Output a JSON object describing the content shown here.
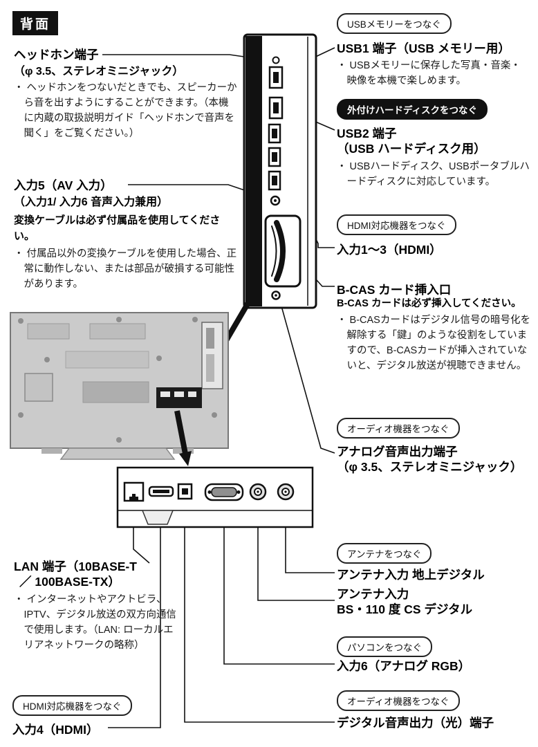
{
  "badge": "背面",
  "colors": {
    "ink": "#111111",
    "tv_grey": "#cbcbcb"
  },
  "connect_boxes": {
    "usb_memory": "USBメモリーをつなぐ",
    "ext_hdd": "外付けハードディスクをつなぐ",
    "hdmi": "HDMI対応機器をつなぐ",
    "audio": "オーディオ機器をつなぐ",
    "antenna": "アンテナをつなぐ",
    "pc": "パソコンをつなぐ"
  },
  "left": {
    "headphone_title": "ヘッドホン端子",
    "headphone_sub": "（φ 3.5、ステレオミニジャック）",
    "headphone_note": "・ ヘッドホンをつないだときでも、スピーカーから音を出すようにすることができます。（本機に内蔵の取扱説明ガイド「ヘッドホンで音声を聞く」をご覧ください。）",
    "input5_title": "入力5（AV 入力）",
    "input5_sub": "（入力1/ 入力6 音声入力兼用）",
    "input5_warn": "変換ケーブルは必ず付属品を使用してください。",
    "input5_note": "・ 付属品以外の変換ケーブルを使用した場合、正常に動作しない、または部品が破損する可能性があります。"
  },
  "right": {
    "usb1_title": "USB1 端子（USB メモリー用）",
    "usb1_note": "・ USBメモリーに保存した写真・音楽・映像を本機で楽しめます。",
    "usb2_title_line1": "USB2 端子",
    "usb2_title_line2": "（USB ハードディスク用）",
    "usb2_note": "・ USBハードディスク、USBポータブルハードディスクに対応しています。",
    "hdmi_title": "入力1～3（HDMI）",
    "bcas_title": "B-CAS カード挿入口",
    "bcas_warn": "B-CAS カードは必ず挿入してください。",
    "bcas_note": "・ B-CASカードはデジタル信号の暗号化を解除する「鍵」のような役割をしていますので、B-CASカードが挿入されていないと、デジタル放送が視聴できません。",
    "analog_title_line1": "アナログ音声出力端子",
    "analog_title_line2": "（φ 3.5、ステレオミニジャック）"
  },
  "bottom": {
    "lan_title_line1": "LAN 端子（10BASE-T",
    "lan_title_line2": "／ 100BASE-TX）",
    "lan_note": "・ インターネットやアクトビラ、IPTV、デジタル放送の双方向通信で使用します。（LAN: ローカルエリアネットワークの略称）",
    "input4_title": "入力4（HDMI）",
    "antenna_terrestrial": "アンテナ入力 地上デジタル",
    "antenna_bs_line1": "アンテナ入力",
    "antenna_bs_line2": "BS・110 度 CS デジタル",
    "input6_title": "入力6（アナログ RGB）",
    "optical_title": "デジタル音声出力（光）端子"
  }
}
